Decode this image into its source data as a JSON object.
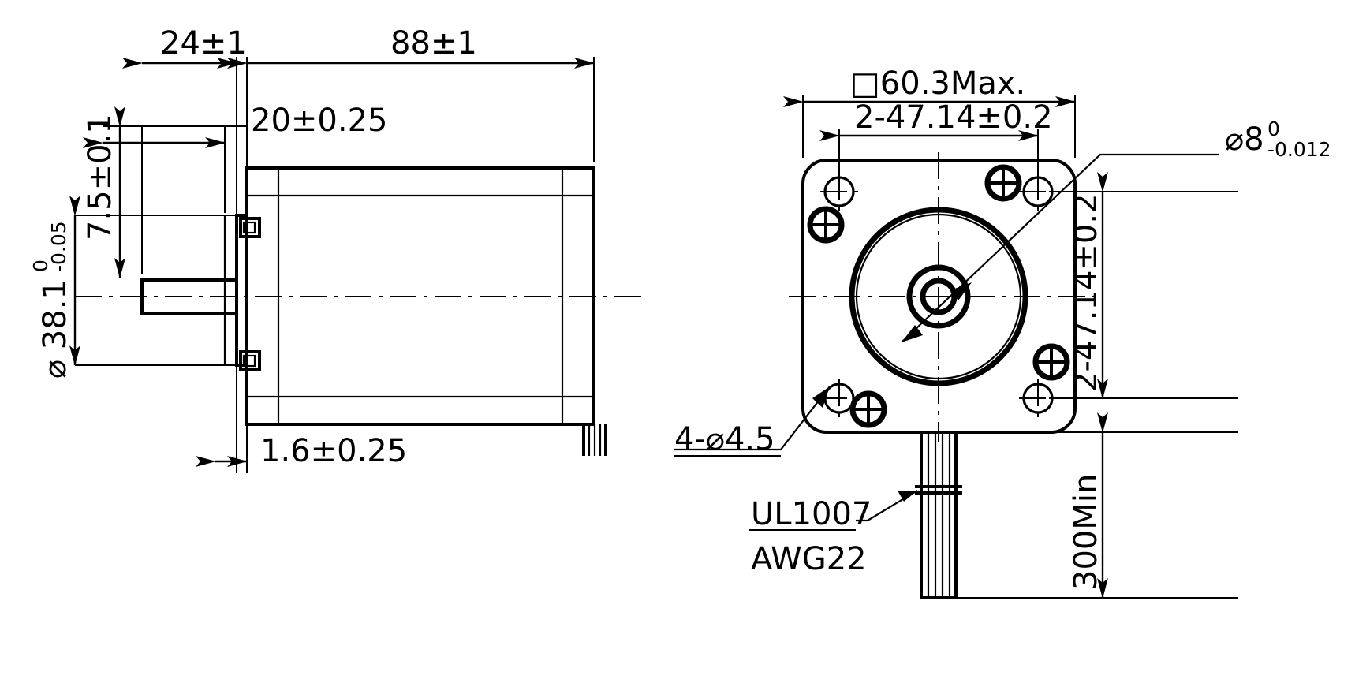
{
  "drawing": {
    "title": "Stepper motor NEMA 24 outline dimension drawing",
    "units": "mm",
    "line_color": "#000000",
    "background_color": "#ffffff"
  },
  "side_view": {
    "name": "side-elevation-view",
    "dimensions": {
      "flange_thickness": "24±1",
      "body_length": "88±1",
      "shaft_flat_or_step": "20±0.25",
      "pilot_height": "7.5±0.1",
      "pilot_diameter_value": "⌀ 38.1",
      "pilot_diameter_sup": "0",
      "pilot_diameter_sub": "-0.05",
      "flange_plate_thickness": "1.6±0.25"
    }
  },
  "front_view": {
    "name": "front-face-view",
    "dimensions": {
      "body_square": "□60.3Max.",
      "bolt_circle_horizontal": "2-47.14±0.2",
      "bolt_circle_vertical": "2-47.14±0.2",
      "shaft_diameter_value": "⌀8",
      "shaft_diameter_sup": "0",
      "shaft_diameter_sub": "-0.012",
      "mounting_holes": "4-⌀4.5",
      "lead_length": "300Min"
    },
    "callouts": {
      "wire_spec_line1": "UL1007",
      "wire_spec_line2": "AWG22"
    }
  }
}
